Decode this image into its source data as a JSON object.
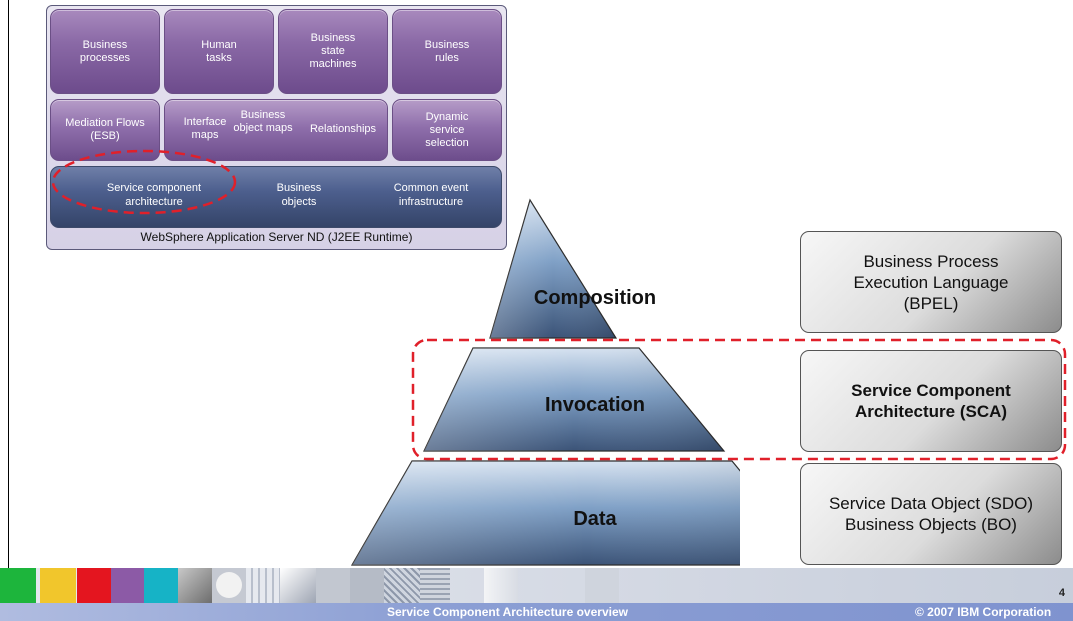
{
  "websphere": {
    "row1": [
      "Business processes",
      "Human tasks",
      "Business state machines",
      "Business rules"
    ],
    "mediation": "Mediation Flows (ESB)",
    "interface_maps": "Interface maps",
    "bo_maps": "Business object maps",
    "relationships": "Relationships",
    "dynamic": "Dynamic service selection",
    "sca": "Service component architecture",
    "business_objects": "Business objects",
    "cei": "Common event infrastructure",
    "footer": "WebSphere Application Server ND (J2EE Runtime)"
  },
  "pyramid": {
    "top": "Composition",
    "middle": "Invocation",
    "bottom": "Data"
  },
  "right_boxes": {
    "bpel": "Business Process Execution Language (BPEL)",
    "sca": "Service Component Architecture (SCA)",
    "sdo": "Service Data Object (SDO) Business Objects (BO)"
  },
  "footer": {
    "page": "4",
    "title": "Service Component Architecture overview",
    "copyright": "© 2007 IBM Corporation"
  },
  "colors": {
    "highlight": "#e0202a",
    "pyramid_blue": "#4f6d97",
    "tile_purple": "#7c5a98"
  }
}
